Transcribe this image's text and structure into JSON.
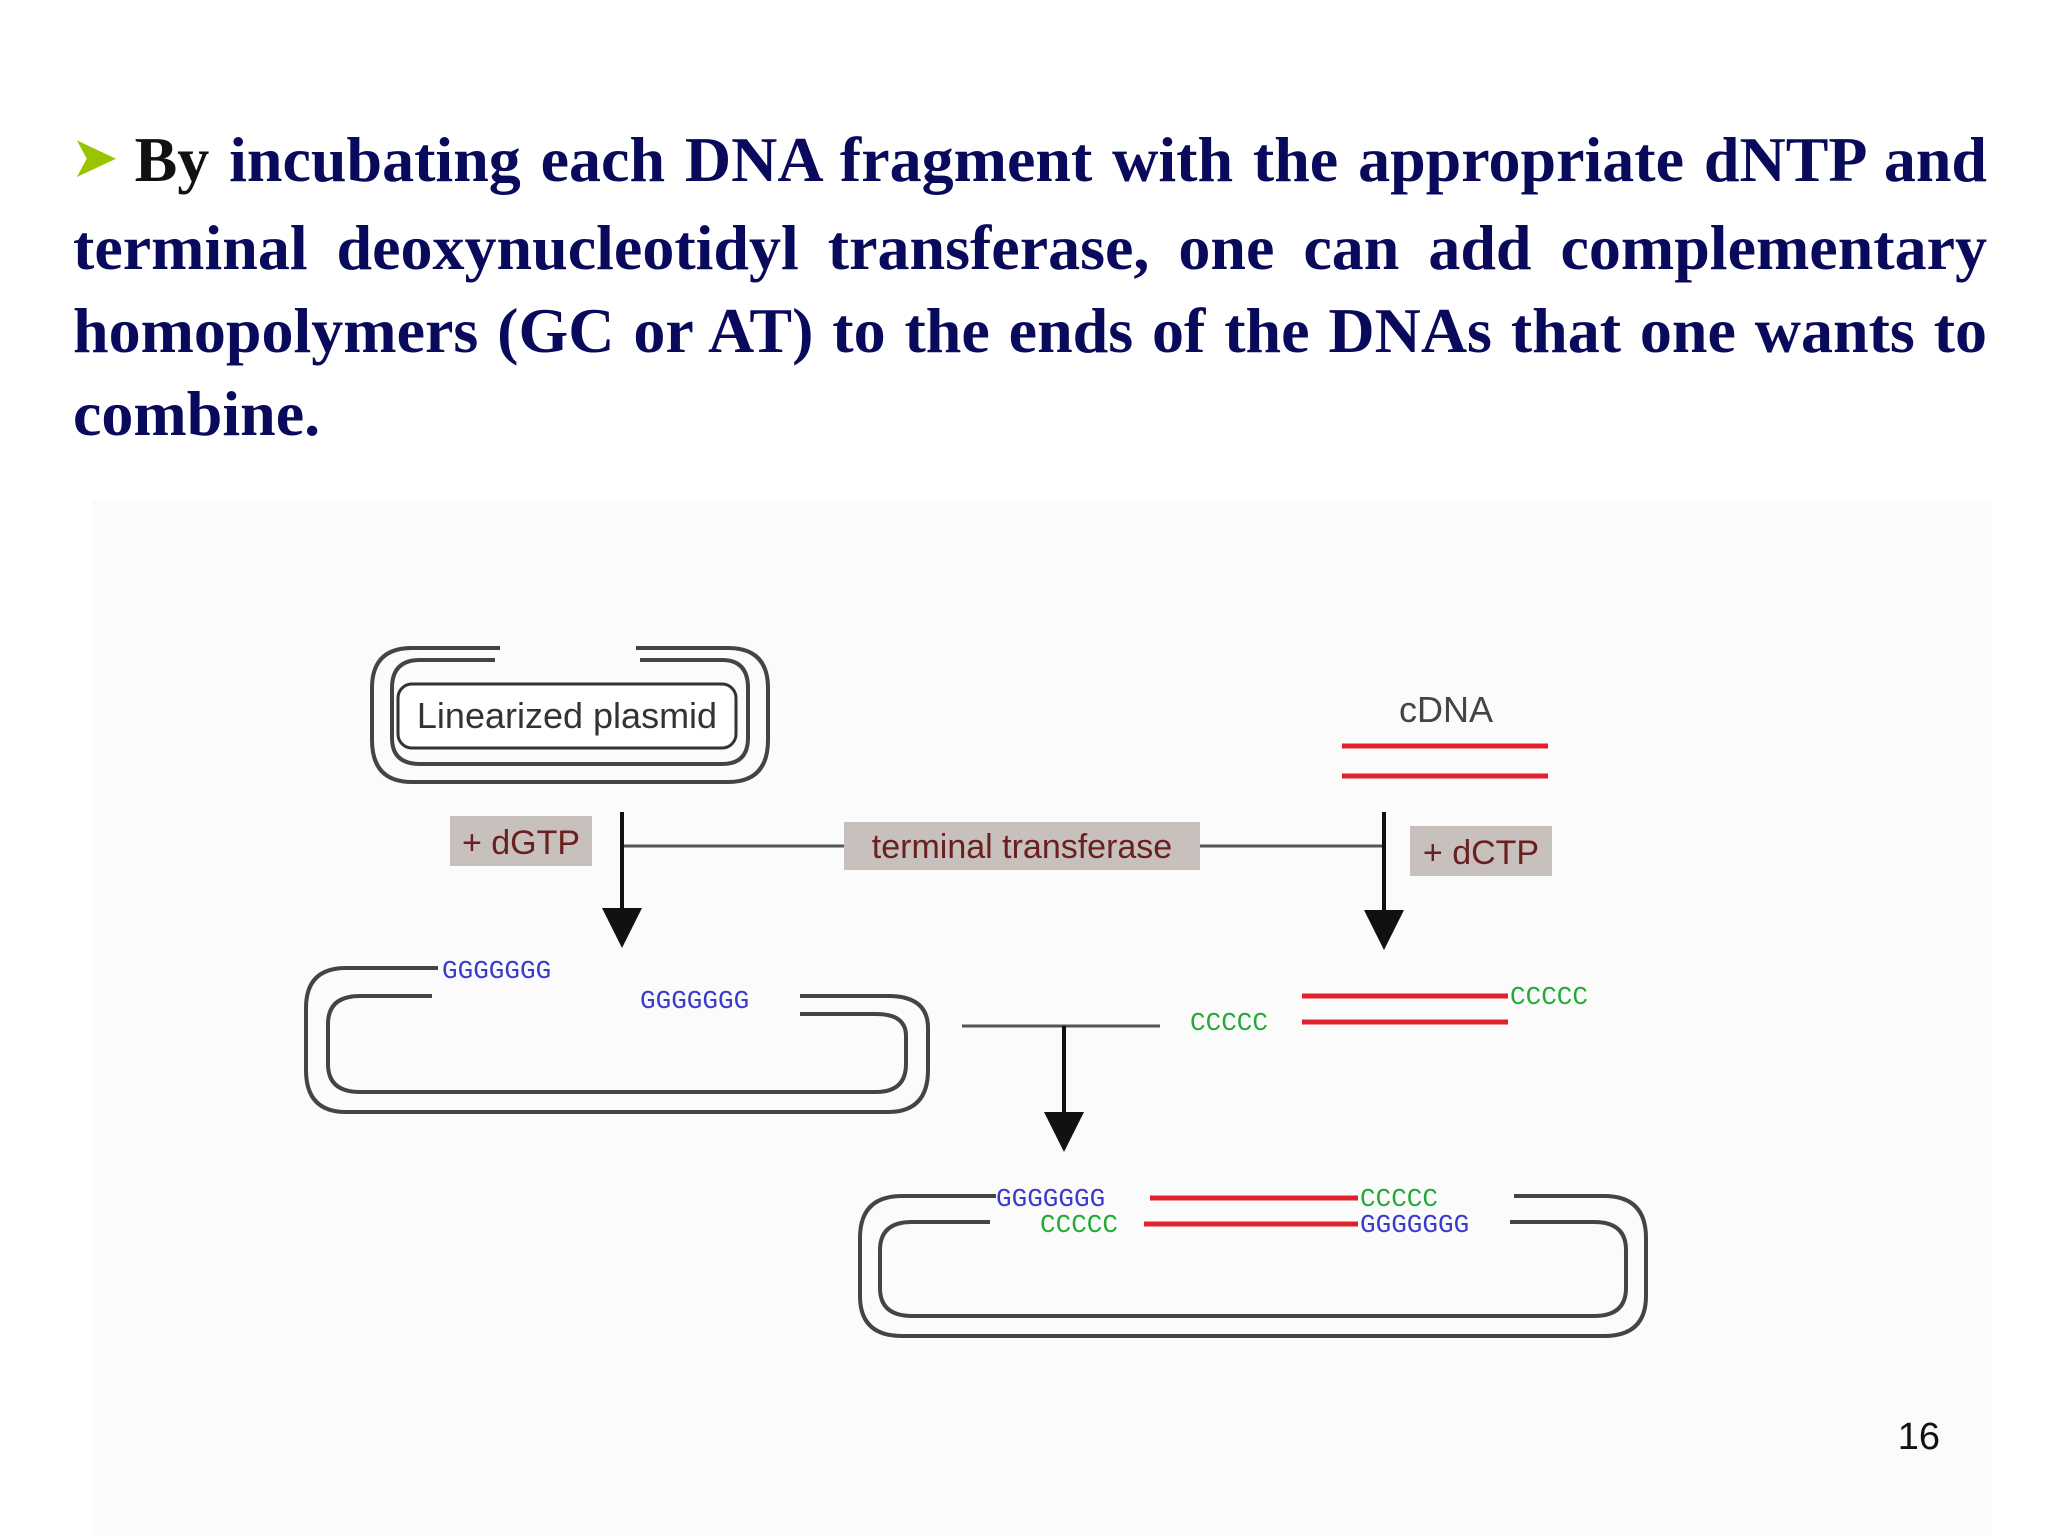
{
  "slide": {
    "bullet_lead": "By",
    "bullet_rest": " incubating each DNA fragment with the appropriate dNTP and terminal deoxynucleotidyl transferase, one can add complementary homopolymers (GC or AT) to the ends of the DNAs that one wants to combine.",
    "page_number": "16"
  },
  "figure": {
    "plasmid_label": "Linearized plasmid",
    "cdna_label": "cDNA",
    "dgtp_label": "+ dGTP",
    "dctp_label": "+ dCTP",
    "enzyme_label": "terminal transferase",
    "g_tail": "GGGGGGG",
    "c_tail": "CCCCC",
    "colors": {
      "g_tail": "#3a3acc",
      "c_tail": "#22aa33",
      "cdna": "#e0202a",
      "label_bg": "#c8c0bc",
      "label_text": "#6a2020",
      "line": "#333333"
    }
  }
}
